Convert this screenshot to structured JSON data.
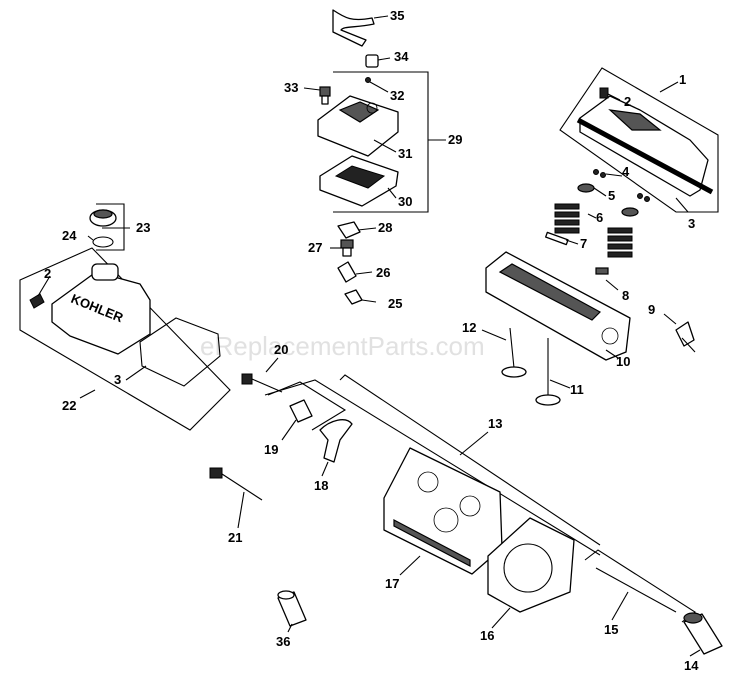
{
  "watermark": "eReplacementParts.com",
  "brand_text": "KOHLER",
  "callouts": {
    "c1": "1",
    "c2a": "2",
    "c3a": "3",
    "c4": "4",
    "c5": "5",
    "c6": "6",
    "c7": "7",
    "c8": "8",
    "c9": "9",
    "c10": "10",
    "c11": "11",
    "c12": "12",
    "c13": "13",
    "c14": "14",
    "c15": "15",
    "c16": "16",
    "c17": "17",
    "c18": "18",
    "c19": "19",
    "c20": "20",
    "c21": "21",
    "c22": "22",
    "c23": "23",
    "c24": "24",
    "c25": "25",
    "c26": "26",
    "c27": "27",
    "c28": "28",
    "c29": "29",
    "c30": "30",
    "c31": "31",
    "c32": "32",
    "c33": "33",
    "c34": "34",
    "c35": "35",
    "c36": "36",
    "c2b": "2",
    "c3b": "3"
  }
}
